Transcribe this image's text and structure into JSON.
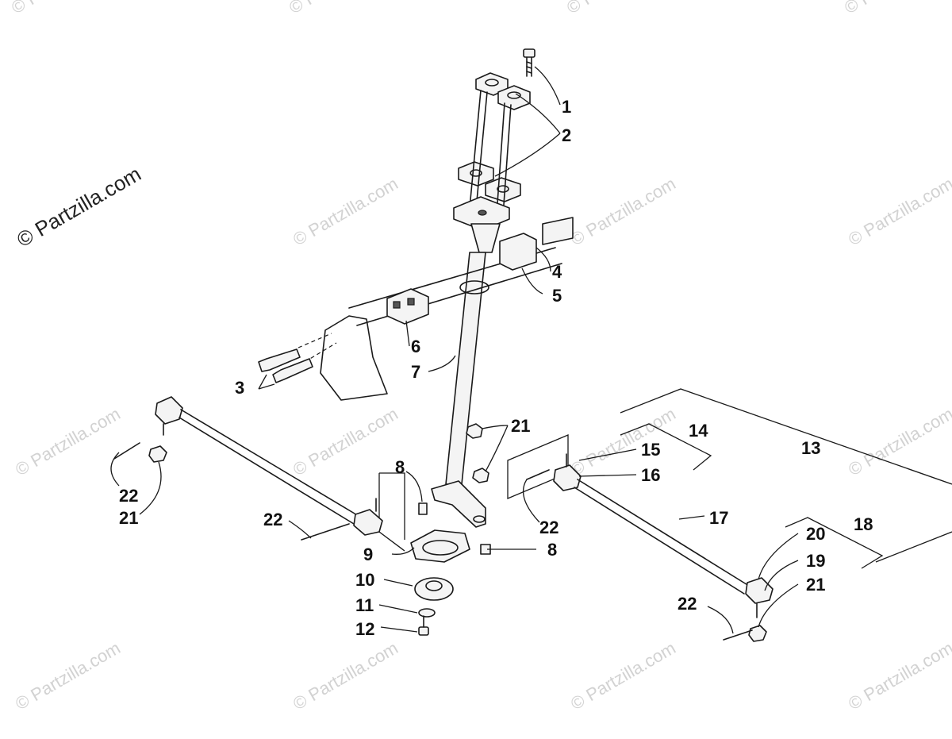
{
  "watermark": {
    "main_text": "© Partzilla.com",
    "repeat_text": "© Partzilla.com"
  },
  "callouts": {
    "c1": "1",
    "c2": "2",
    "c3": "3",
    "c4": "4",
    "c5": "5",
    "c6": "6",
    "c7": "7",
    "c8a": "8",
    "c8b": "8",
    "c9": "9",
    "c10": "10",
    "c11": "11",
    "c12": "12",
    "c13": "13",
    "c14": "14",
    "c15": "15",
    "c16": "16",
    "c17": "17",
    "c18": "18",
    "c19": "19",
    "c20": "20",
    "c21_top": "21",
    "c21_left": "21",
    "c21_right": "21",
    "c22_left_top": "22",
    "c22_left_mid": "22",
    "c22_center": "22",
    "c22_right": "22"
  },
  "colors": {
    "line": "#1a1a1a",
    "watermark": "#d2d2d2",
    "background": "#ffffff"
  }
}
